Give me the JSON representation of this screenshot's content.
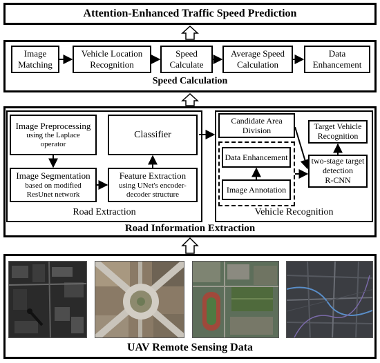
{
  "title": "Attention-Enhanced Traffic Speed Prediction",
  "speed_calc": {
    "label": "Speed Calculation",
    "steps": [
      {
        "line1": "Image",
        "line2": "Matching"
      },
      {
        "line1": "Vehicle Location",
        "line2": "Recognition"
      },
      {
        "line1": "Speed",
        "line2": "Calculate"
      },
      {
        "line1": "Average Speed",
        "line2": "Calculation"
      },
      {
        "line1": "Data",
        "line2": "Enhancement"
      }
    ]
  },
  "road_extraction": {
    "label": "Road Extraction",
    "preprocess": {
      "title": "Image Preprocessing",
      "sub1": "using the Laplace",
      "sub2": "operator"
    },
    "segmentation": {
      "title": "Image Segmentation",
      "sub1": "based on modified",
      "sub2": "ResUnet network"
    },
    "classifier": "Classifier",
    "feature": {
      "title": "Feature Extraction",
      "sub1": "using UNet's encoder-",
      "sub2": "decoder structure"
    }
  },
  "vehicle_recognition": {
    "label": "Vehicle Recognition",
    "candidate": {
      "line1": "Candidate Area",
      "line2": "Division"
    },
    "data_enh": "Data Enhancement",
    "annotation": "Image Annotation",
    "target": {
      "line1": "Target Vehicle",
      "line2": "Recognition"
    },
    "two_stage": {
      "line1": "two-stage target",
      "line2": "detection",
      "line3": "R-CNN"
    }
  },
  "road_info_label": "Road Information Extraction",
  "uav_label": "UAV Remote Sensing Data",
  "images": [
    {
      "name": "dark-satellite-image"
    },
    {
      "name": "roundabout-aerial-image"
    },
    {
      "name": "stadium-aerial-image"
    },
    {
      "name": "road-network-map-image"
    }
  ]
}
